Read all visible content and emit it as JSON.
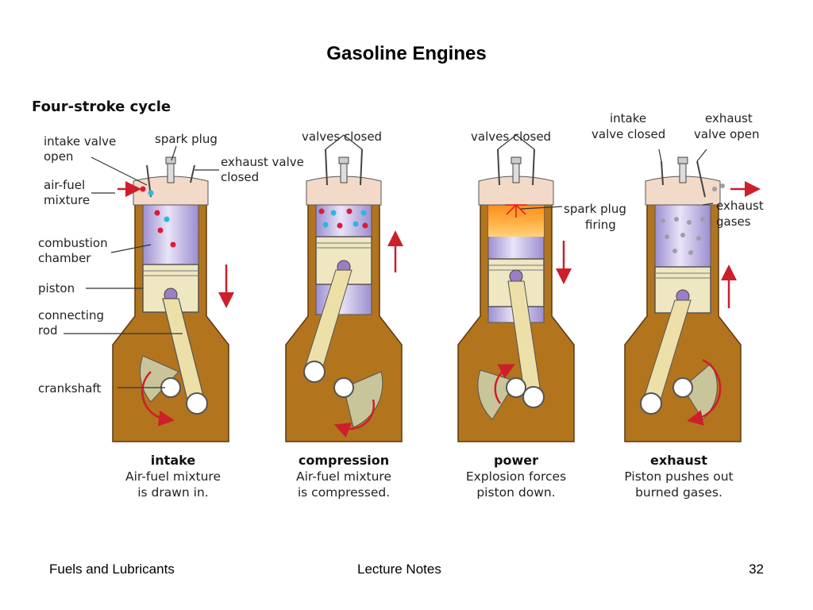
{
  "slide": {
    "title": "Gasoline Engines"
  },
  "figure": {
    "title": "Four-stroke cycle",
    "labels": {
      "intake_valve_open": [
        "intake valve",
        "open"
      ],
      "spark_plug": "spark plug",
      "exhaust_valve_closed": [
        "exhaust valve",
        "closed"
      ],
      "air_fuel_mixture": [
        "air-fuel",
        "mixture"
      ],
      "combustion_chamber": [
        "combustion",
        "chamber"
      ],
      "piston": "piston",
      "connecting_rod": [
        "connecting",
        "rod"
      ],
      "crankshaft": "crankshaft",
      "valves_closed_1": "valves closed",
      "valves_closed_2": "valves closed",
      "spark_plug_firing": [
        "spark plug",
        "firing"
      ],
      "intake_valve_closed": [
        "intake",
        "valve closed"
      ],
      "exhaust_valve_open": [
        "exhaust",
        "valve open"
      ],
      "exhaust_gases": [
        "exhaust",
        "gases"
      ]
    },
    "strokes": [
      {
        "name": "intake",
        "caption": [
          "Air-fuel mixture",
          "is drawn in."
        ]
      },
      {
        "name": "compression",
        "caption": [
          "Air-fuel mixture",
          "is compressed."
        ]
      },
      {
        "name": "power",
        "caption": [
          "Explosion forces",
          "piston down."
        ]
      },
      {
        "name": "exhaust",
        "caption": [
          "Piston pushes out",
          "burned gases."
        ]
      }
    ]
  },
  "footer": {
    "left": "Fuels and Lubricants",
    "center": "Lecture Notes",
    "page_number": "32"
  },
  "colors": {
    "arrow_red": "#cc1f2b",
    "crankcase_brown": "#b3741e",
    "cylinder_lavender": "#d6cdf0",
    "flame_orange": "#ff7a14",
    "piston_cream": "#efe6c2"
  }
}
